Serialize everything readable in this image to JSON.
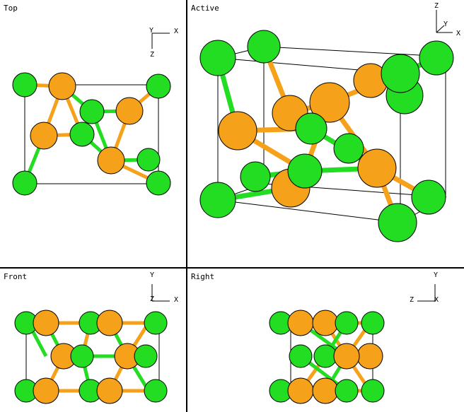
{
  "viewports": {
    "top": {
      "label": "Top",
      "axes": {
        "a": "Y",
        "b": "X",
        "c": "Z"
      }
    },
    "active": {
      "label": "Active",
      "axes": {
        "a": "Z",
        "b": "Y",
        "c": "X"
      }
    },
    "front": {
      "label": "Front",
      "axes": {
        "a": "Y",
        "b": "Z",
        "c": "X"
      }
    },
    "right": {
      "label": "Right",
      "axes": {
        "a": "Y",
        "b": "Z",
        "c": "X"
      }
    }
  },
  "colors": {
    "green": "#22dd22",
    "orange": "#f5a21a",
    "outline": "#000000",
    "background": "#ffffff",
    "box": "#000000"
  }
}
